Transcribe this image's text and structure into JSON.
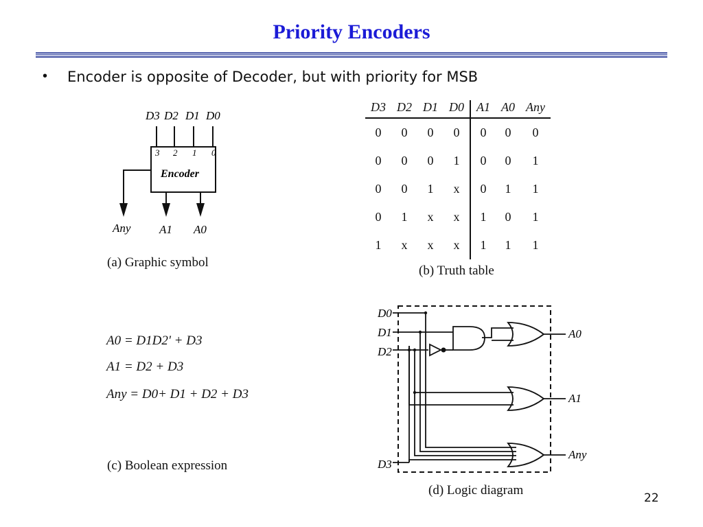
{
  "page": {
    "title": "Priority Encoders",
    "bullet_symbol": "•",
    "bullet": "Encoder is opposite of Decoder, but with priority for MSB",
    "page_number": "22"
  },
  "symbol": {
    "caption": "(a)  Graphic symbol",
    "block_label": "Encoder",
    "inputs": [
      "D3",
      "D2",
      "D1",
      "D0"
    ],
    "pin_numbers": [
      "3",
      "2",
      "1",
      "0"
    ],
    "outputs": [
      "Any",
      "A1",
      "A0"
    ]
  },
  "truth_table": {
    "caption": "(b)  Truth table",
    "headers": [
      "D3",
      "D2",
      "D1",
      "D0",
      "A1",
      "A0",
      "Any"
    ],
    "rows": [
      [
        "0",
        "0",
        "0",
        "0",
        "0",
        "0",
        "0"
      ],
      [
        "0",
        "0",
        "0",
        "1",
        "0",
        "0",
        "1"
      ],
      [
        "0",
        "0",
        "1",
        "x",
        "0",
        "1",
        "1"
      ],
      [
        "0",
        "1",
        "x",
        "x",
        "1",
        "0",
        "1"
      ],
      [
        "1",
        "x",
        "x",
        "x",
        "1",
        "1",
        "1"
      ]
    ]
  },
  "boolean": {
    "caption": "(c)  Boolean expression",
    "lines": [
      "A0 = D1D2' + D3",
      "A1 =  D2 + D3",
      "Any = D0+ D1 + D2 + D3"
    ]
  },
  "logic": {
    "caption": "(d)  Logic diagram",
    "inputs": [
      "D0",
      "D1",
      "D2",
      "D3"
    ],
    "outputs": [
      "A0",
      "A1",
      "Any"
    ]
  }
}
